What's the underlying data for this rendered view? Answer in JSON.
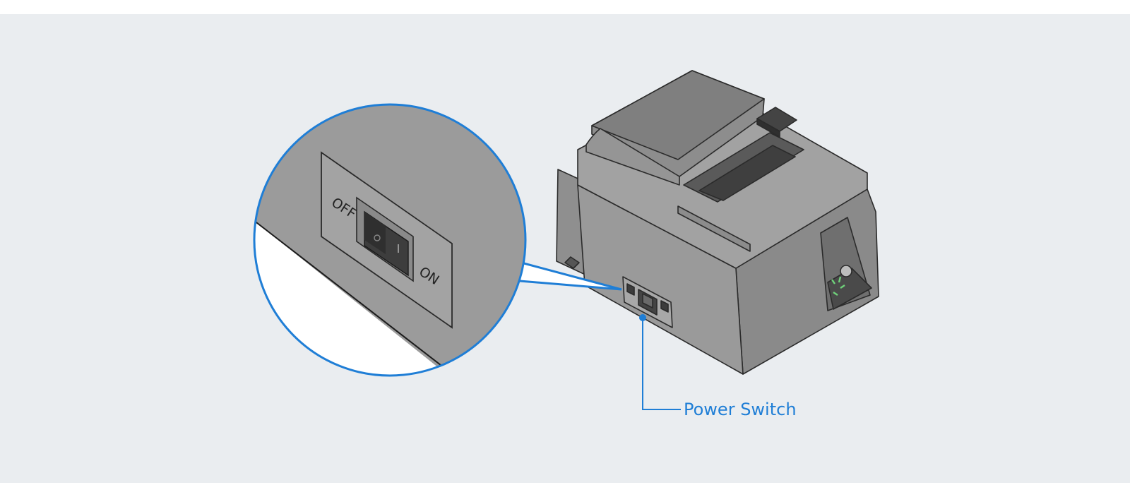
{
  "callout": {
    "label": "Power Switch",
    "accent_color": "#1f7ed6"
  },
  "zoom": {
    "off_label": "OFF",
    "on_label": "ON",
    "symbol_off": "○",
    "symbol_on": "I"
  },
  "colors": {
    "background": "#eaedf0",
    "printer_body": "#9a9a9a",
    "printer_dark": "#4a4a4a",
    "led": "#6fd27a"
  }
}
